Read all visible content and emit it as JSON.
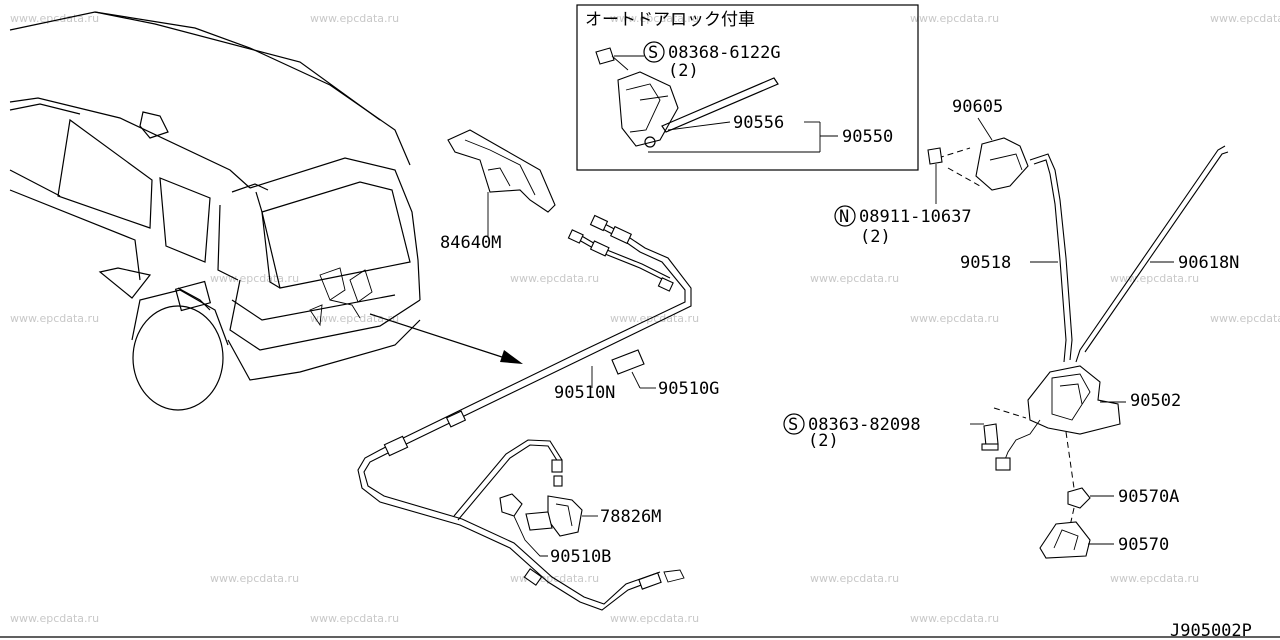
{
  "watermark": "www.epcdata.ru",
  "diagram_code": "J905002P",
  "inset": {
    "title": "オートドアロック付車"
  },
  "parts": {
    "p90605": "90605",
    "p08911": "08911-10637",
    "p08911_qty": "(2)",
    "p90518": "90518",
    "p90618N": "90618N",
    "p90502": "90502",
    "p08363": "08363-82098",
    "p08363_qty": "(2)",
    "p90570A": "90570A",
    "p90570": "90570",
    "p84640M": "84640M",
    "p90510N": "90510N",
    "p90510G": "90510G",
    "p78826M": "78826M",
    "p90510B": "90510B",
    "p08368": "08368-6122G",
    "p08368_qty": "(2)",
    "p90556": "90556",
    "p90550": "90550"
  },
  "symbols": {
    "s": "S",
    "n": "N"
  }
}
